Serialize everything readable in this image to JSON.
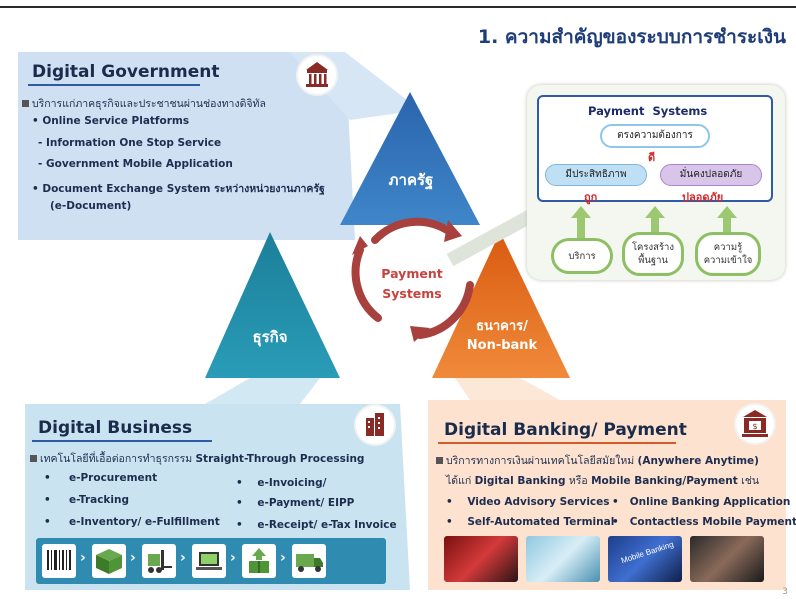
{
  "slide_title": "1. ความสำคัญของระบบการชำระเงิน",
  "page_number": "3",
  "government": {
    "title": "Digital Government",
    "intro": "บริการแก่ภาคธุรกิจและประชาชนผ่านช่องทางดิจิทัล",
    "items": [
      "Online Service Platforms",
      "- Information One Stop Service",
      "- Government Mobile Application",
      "Document Exchange System ระหว่างหน่วยงานภาครัฐ",
      "(e-Document)"
    ],
    "icon": "government-building-icon"
  },
  "triangle": {
    "gov": "ภาครัฐ",
    "business": "ธุรกิจ",
    "bank_line1": "ธนาคาร/",
    "bank_line2": "Non-bank",
    "center_line1": "Payment",
    "center_line2": "Systems"
  },
  "payment_box": {
    "title": "Payment  Systems",
    "need": "ตรงความต้องการ",
    "efficient": "มีประสิทธิภาพ",
    "secure": "มั่นคงปลอดภัย",
    "good": "ดี",
    "cheap": "ถูก",
    "safe": "ปลอดภัย",
    "pillar1": "บริการ",
    "pillar2_line1": "โครงสร้าง",
    "pillar2_line2": "พื้นฐาน",
    "pillar3_line1": "ความรู้",
    "pillar3_line2": "ความเข้าใจ"
  },
  "business": {
    "title": "Digital Business",
    "intro_th": "เทคโนโลยีที่เอื้อต่อการทำธุรกรรม",
    "intro_en": "Straight-Through Processing",
    "col1": [
      "e-Procurement",
      "e-Tracking",
      "e-Inventory/ e-Fulfillment"
    ],
    "col2": [
      "e-Invoicing/",
      "e-Payment/ EIPP",
      "e-Receipt/ e-Tax Invoice"
    ],
    "icon": "office-building-icon"
  },
  "banking": {
    "title": "Digital Banking/ Payment",
    "intro1_th": "บริการทางการเงินผ่านเทคโนโลยีสมัยใหม่",
    "intro1_en": "(Anywhere Anytime)",
    "intro2_a": "ได้แก่",
    "intro2_b": "Digital Banking",
    "intro2_c": "หรือ",
    "intro2_d": "Mobile Banking/Payment",
    "intro2_e": "เช่น",
    "col1": [
      "Video Advisory Services",
      "Self-Automated Terminal"
    ],
    "col2": [
      "Online Banking Application",
      "Contactless Mobile Payment"
    ],
    "photo3_text": "Mobile Banking",
    "icon": "bank-icon"
  },
  "colors": {
    "gov_bg": "#cfe0f3",
    "business_bg": "#c9e4f0",
    "banking_bg": "#fde3cf",
    "tri_blue": "#2e6db0",
    "tri_teal": "#1d8aa4",
    "tri_orange": "#e06a1c",
    "accent_red": "#c7433f"
  }
}
